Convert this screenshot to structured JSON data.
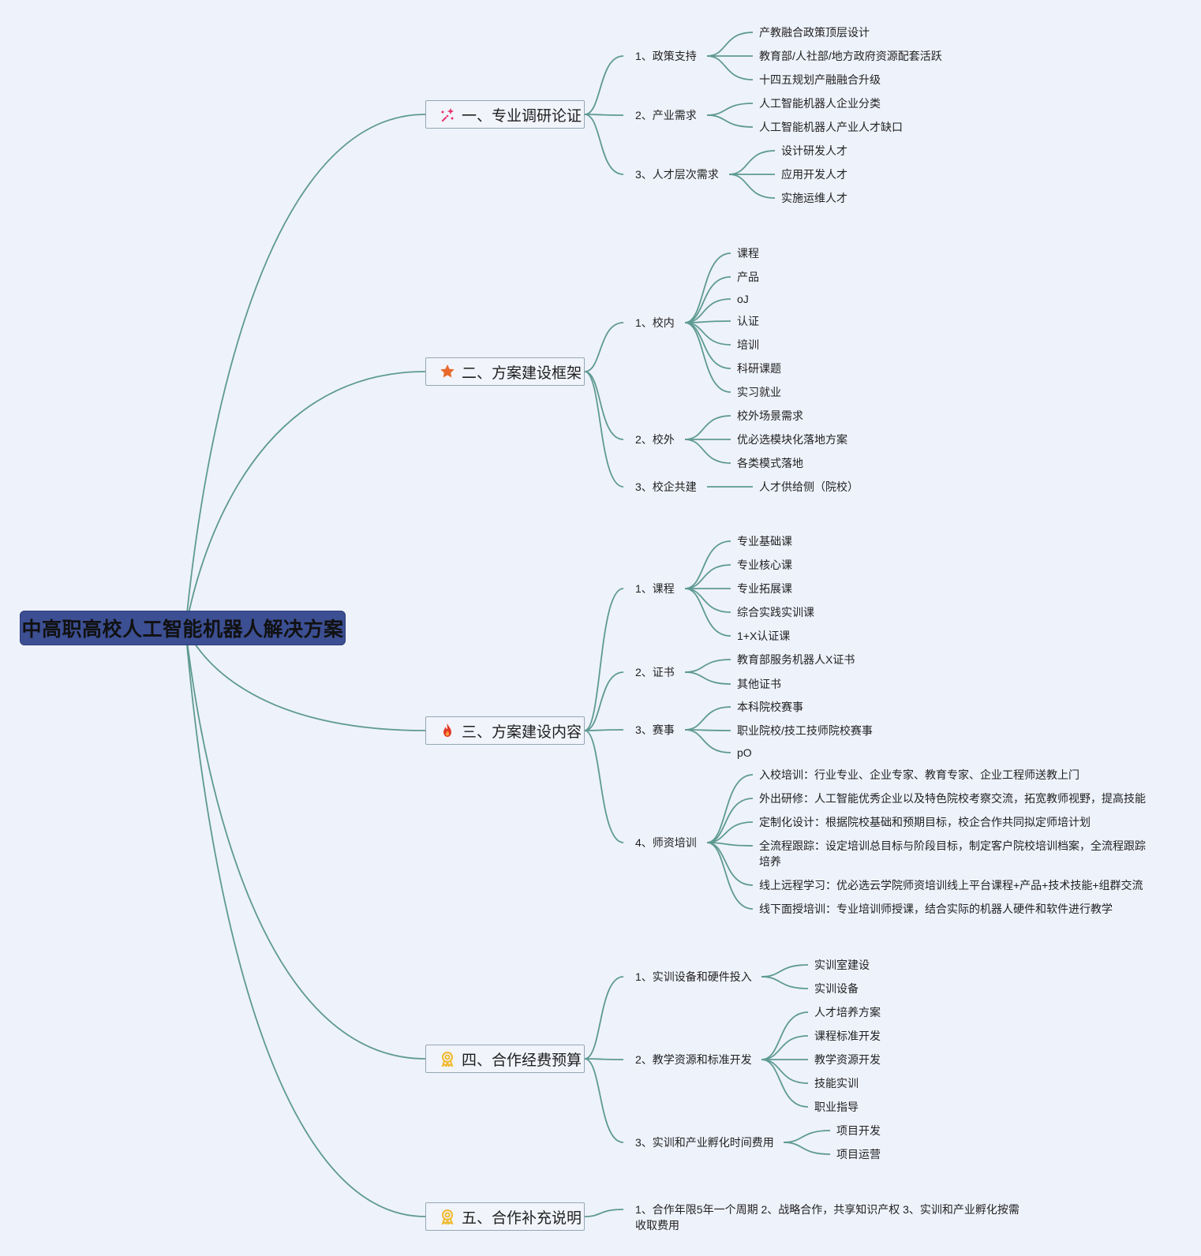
{
  "root": {
    "title": "中高职高校人工智能机器人解决方案"
  },
  "branches": [
    {
      "title": "一、专业调研论证",
      "icon": "sparkle-icon",
      "children": [
        {
          "label": "1、政策支持",
          "children": [
            "产教融合政策顶层设计",
            "教育部/人社部/地方政府资源配套活跃",
            "十四五规划产融融合升级"
          ]
        },
        {
          "label": "2、产业需求",
          "children": [
            "人工智能机器人企业分类",
            "人工智能机器人产业人才缺口"
          ]
        },
        {
          "label": "3、人才层次需求",
          "children": [
            "设计研发人才",
            "应用开发人才",
            "实施运维人才"
          ]
        }
      ]
    },
    {
      "title": "二、方案建设框架",
      "icon": "star-icon",
      "children": [
        {
          "label": "1、校内",
          "children": [
            "课程",
            "产品",
            "oJ",
            "认证",
            "培训",
            "科研课题",
            "实习就业"
          ]
        },
        {
          "label": "2、校外",
          "children": [
            "校外场景需求",
            "优必选模块化落地方案",
            "各类模式落地"
          ]
        },
        {
          "label": "3、校企共建",
          "children": [
            "人才供给侧（院校）"
          ]
        }
      ]
    },
    {
      "title": "三、方案建设内容",
      "icon": "fire-icon",
      "children": [
        {
          "label": "1、课程",
          "children": [
            "专业基础课",
            "专业核心课",
            "专业拓展课",
            "综合实践实训课",
            "1+X认证课"
          ]
        },
        {
          "label": "2、证书",
          "children": [
            "教育部服务机器人X证书",
            "其他证书"
          ]
        },
        {
          "label": "3、赛事",
          "children": [
            "本科院校赛事",
            "职业院校/技工技师院校赛事",
            "pO"
          ]
        },
        {
          "label": "4、师资培训",
          "children": [
            "入校培训：行业专业、企业专家、教育专家、企业工程师送教上门",
            "外出研修：人工智能优秀企业以及特色院校考察交流，拓宽教师视野，提高技能",
            "定制化设计：根据院校基础和预期目标，校企合作共同拟定师培计划",
            "全流程跟踪：设定培训总目标与阶段目标，制定客户院校培训档案，全流程跟踪培养",
            "线上远程学习：优必选云学院师资培训线上平台课程+产品+技术技能+组群交流",
            "线下面授培训：专业培训师授课，结合实际的机器人硬件和软件进行教学"
          ]
        }
      ]
    },
    {
      "title": "四、合作经费预算",
      "icon": "award-icon",
      "children": [
        {
          "label": "1、实训设备和硬件投入",
          "children": [
            "实训室建设",
            "实训设备"
          ]
        },
        {
          "label": "2、教学资源和标准开发",
          "children": [
            "人才培养方案",
            "课程标准开发",
            "教学资源开发",
            "技能实训",
            "职业指导"
          ]
        },
        {
          "label": "3、实训和产业孵化时间费用",
          "children": [
            "项目开发",
            "项目运营"
          ]
        }
      ]
    },
    {
      "title": "五、合作补充说明",
      "icon": "award-icon",
      "children": [
        {
          "label": "1、合作年限5年一个周期 2、战略合作，共享知识产权 3、实训和产业孵化按需收取费用",
          "children": []
        }
      ]
    }
  ],
  "colors": {
    "line": "#5e9a92",
    "root_bg": "#3c4f93",
    "branch_border": "#93a8b4",
    "sparkle": "#e8336b",
    "star": "#e8692b",
    "fire": "#e53a26",
    "award": "#f0b92e"
  }
}
